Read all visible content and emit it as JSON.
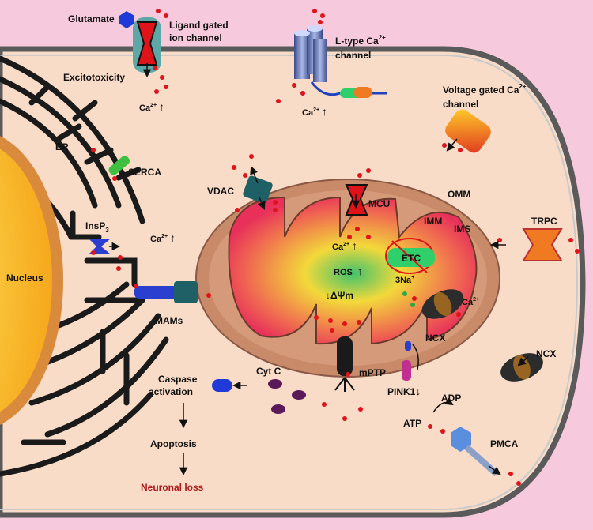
{
  "labels": {
    "glutamate": "Glutamate",
    "ligand_gated_1": "Ligand gated",
    "ligand_gated_2": "ion channel",
    "l_type_1": "L-type Ca",
    "l_type_2": "channel",
    "voltage_gated_1": "Voltage gated Ca",
    "voltage_gated_2": "channel",
    "excitotoxicity": "Excitotoxicity",
    "ca": "Ca",
    "charge_2plus": "2+",
    "up_arrow": "↑",
    "down_arrow": "↓",
    "er": "ER",
    "serca": "SERCA",
    "insp": "InsP",
    "insp_sub": "3",
    "nucleus": "Nucleus",
    "mams": "MAMs",
    "vdac": "VDAC",
    "mcu": "MCU",
    "omm": "OMM",
    "imm": "IMM",
    "ims": "IMS",
    "trpc": "TRPC",
    "etc": "ETC",
    "ros": "ROS",
    "delta_psi": "↓ΔΨm",
    "three_na": "3Na",
    "plus": "+",
    "mptp": "mPTP",
    "cyt_c": "Cyt C",
    "ncx": "NCX",
    "pink1": "PINK1",
    "adp": "ADP",
    "atp": "ATP",
    "pmca": "PMCA",
    "caspase_1": "Caspase",
    "caspase_2": "activation",
    "apoptosis": "Apoptosis",
    "neuronal_loss": "Neuronal loss"
  },
  "colors": {
    "background": "#f6c9dc",
    "cell": "#f8dcc8",
    "membrane": "#555555",
    "ion": "#e0131a",
    "sodium": "#2fa84a",
    "neuronal_loss": "#b01919",
    "nucleus_fill": "#ffd33d",
    "mito_outer": "#c98a6a",
    "etc_fill": "#2fd06a"
  }
}
